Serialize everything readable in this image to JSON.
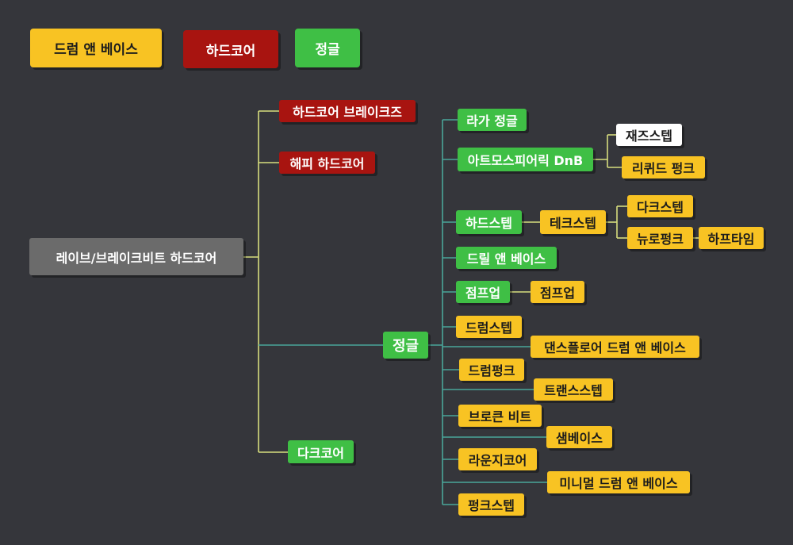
{
  "colors": {
    "background": "#35363b",
    "drum_and_bass": "#f8c323",
    "hardcore": "#a81410",
    "jungle": "#3fbf45",
    "root": "#6b6b6b",
    "edge_left": "#d6dd7e",
    "edge_right": "#4aa69a"
  },
  "legend": {
    "drum_and_bass": "드럼 앤 베이스",
    "hardcore": "하드코어",
    "jungle": "정글"
  },
  "root": "레이브/브레이크비트 하드코어",
  "branches": {
    "hardcore_breaks": "하드코어 브레이크즈",
    "happy_hardcore": "해피 하드코어",
    "jungle": "정글",
    "darkcore": "다크코어"
  },
  "jungle_children": {
    "ragga_jungle": "라가 정글",
    "atmospheric_dnb": "아트모스피어릭 DnB",
    "jazzstep": "재즈스텝",
    "liquid_funk": "리퀴드 펑크",
    "hardstep": "하드스텝",
    "techstep": "테크스텝",
    "darkstep": "다크스텝",
    "neurofunk": "뉴로펑크",
    "halftime": "하프타임",
    "drill_n_bass": "드릴 앤 베이스",
    "jump_up_green": "점프업",
    "jump_up_yellow": "점프업",
    "drumstep": "드럼스텝",
    "dancefloor_dnb": "댄스플로어 드럼 앤 베이스",
    "drumfunk": "드럼펑크",
    "transstep": "트랜스스텝",
    "broken_beat": "브로큰 비트",
    "sambass": "샘베이스",
    "loungecore": "라운지코어",
    "minimal_dnb": "미니멀 드럼 앤 베이스",
    "funkstep": "펑크스텝"
  }
}
